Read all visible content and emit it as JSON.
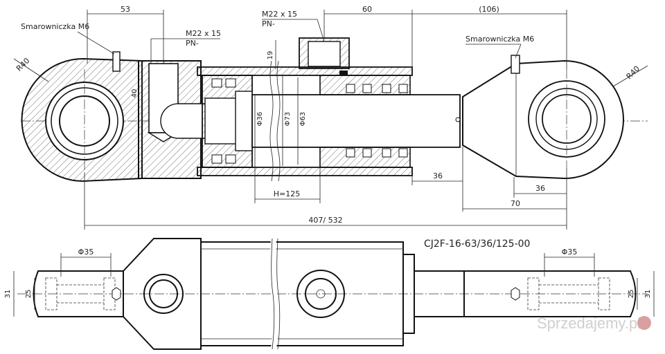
{
  "top_view": {
    "lube_left": "Smarowniczka M6",
    "lube_right": "Smarowniczka M6",
    "port_left_thread": "M22 x 15",
    "port_left_pn": "PN-",
    "port_right_thread": "M22 x 15",
    "port_right_pn": "PN-",
    "dim_53": "53",
    "dim_60": "60",
    "dim_106": "(106)",
    "dim_r40_left": "R40",
    "dim_r40_right": "R40",
    "dim_40": "40",
    "dim_19": "19",
    "dim_d36": "Φ36",
    "dim_d73": "Φ73",
    "dim_d63": "Φ63",
    "dim_h": "H=125",
    "dim_36a": "36",
    "dim_36b": "36",
    "dim_70": "70",
    "dim_total": "407/ 532"
  },
  "bottom_view": {
    "model": "CJ2F-16-63/36/125-00",
    "dim_d35_left": "Φ35",
    "dim_d35_right": "Φ35",
    "dim_31_left": "31",
    "dim_25_left": "25",
    "dim_25_right": "25",
    "dim_31_right": "31"
  },
  "watermark": "Sprzedajemy.pl"
}
